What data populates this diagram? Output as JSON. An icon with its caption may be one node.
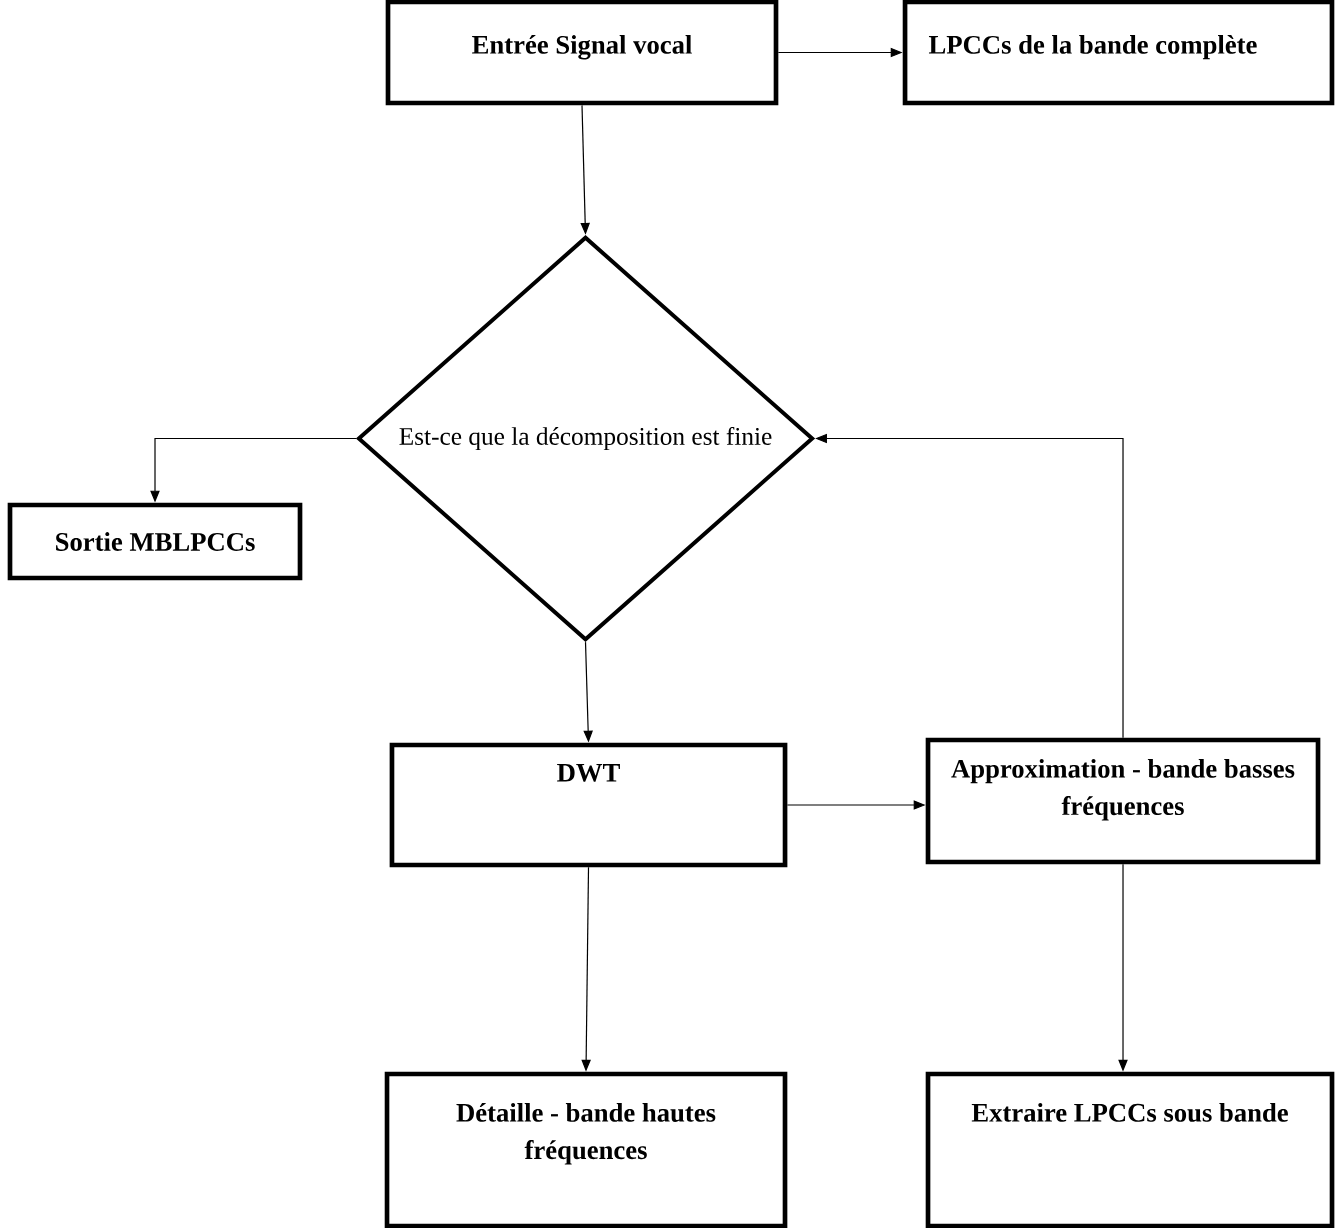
{
  "diagram": {
    "nodes": [
      {
        "text": [
          "Entrée Signal vocal"
        ]
      },
      {
        "text": [
          "LPCCs de la bande complète"
        ]
      },
      {
        "text": [
          "Est-ce que la décomposition est finie"
        ]
      },
      {
        "text": [
          "Sortie MBLPCCs"
        ]
      },
      {
        "text": [
          "DWT"
        ]
      },
      {
        "text": [
          "Approximation - bande basses fréquences"
        ]
      },
      {
        "text": [
          "Détaille - bande hautes fréquences"
        ]
      },
      {
        "text": [
          "Extraire LPCCs  sous bande"
        ]
      }
    ],
    "edges": [
      {
        "from": 0,
        "to": 1,
        "arrow": "to"
      },
      {
        "from": 0,
        "to": 2,
        "arrow": "to"
      },
      {
        "from": 2,
        "to": 3,
        "arrow": "to"
      },
      {
        "from": 2,
        "to": 4,
        "arrow": "to"
      },
      {
        "from": 4,
        "to": 5,
        "arrow": "to"
      },
      {
        "from": 5,
        "to": 2,
        "arrow": "to"
      },
      {
        "from": 4,
        "to": 6,
        "arrow": "to"
      },
      {
        "from": 5,
        "to": 7,
        "arrow": "to"
      }
    ]
  }
}
